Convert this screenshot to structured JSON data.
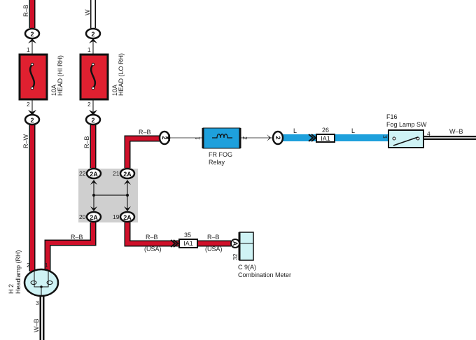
{
  "colors": {
    "rb_wire": "#d0102a",
    "blue_wire": "#1ea0dc",
    "relay_fill": "#1ea0dc",
    "fuse_fill": "#e02030",
    "junction_fill": "#cfcfcf",
    "component_fill": "#cff3f5"
  },
  "wires": {
    "top_left": "R–B",
    "top_right": "W",
    "left_mid": "R–W",
    "right_mid": "R–B",
    "relay_left": "R–B",
    "blue_1": "L",
    "blue_2": "L",
    "switch_out": "W–B",
    "lower_left": "R–B",
    "meter_1": "R–B",
    "meter_1_note": "(USA)",
    "meter_2": "R–B",
    "meter_2_note": "(USA)",
    "headlamp_ground": "W–B"
  },
  "fuses": [
    {
      "rating": "10A",
      "name": "HEAD (HI RH)",
      "pin_top": "1",
      "pin_bottom": "2",
      "conn_top": "2",
      "conn_bottom": "2"
    },
    {
      "rating": "10A",
      "name": "HEAD (LO RH)",
      "pin_top": "1",
      "pin_bottom": "2",
      "conn_top": "2",
      "conn_bottom": "2"
    }
  ],
  "junction": {
    "connector": "2A",
    "pins": [
      "22",
      "21",
      "20",
      "19"
    ]
  },
  "relay": {
    "name": "FR FOG",
    "name2": "Relay",
    "pin_left": "1",
    "pin_right": "2",
    "conn_left": "2",
    "conn_right": "2"
  },
  "inline_1": {
    "pin": "26",
    "name": "IA1"
  },
  "inline_2": {
    "pin": "35",
    "name": "IA1"
  },
  "fog_switch": {
    "code": "F16",
    "name": "Fog Lamp SW",
    "pin_in": "3",
    "pin_out": "4"
  },
  "meter": {
    "code": "C 9(A)",
    "name": "Combination Meter",
    "pin": "32",
    "conn": "A"
  },
  "headlamp": {
    "code": "H 2",
    "name": "Headlamp (RH)",
    "pin_left": "2",
    "pin_right": "1",
    "pin_ground": "3"
  }
}
